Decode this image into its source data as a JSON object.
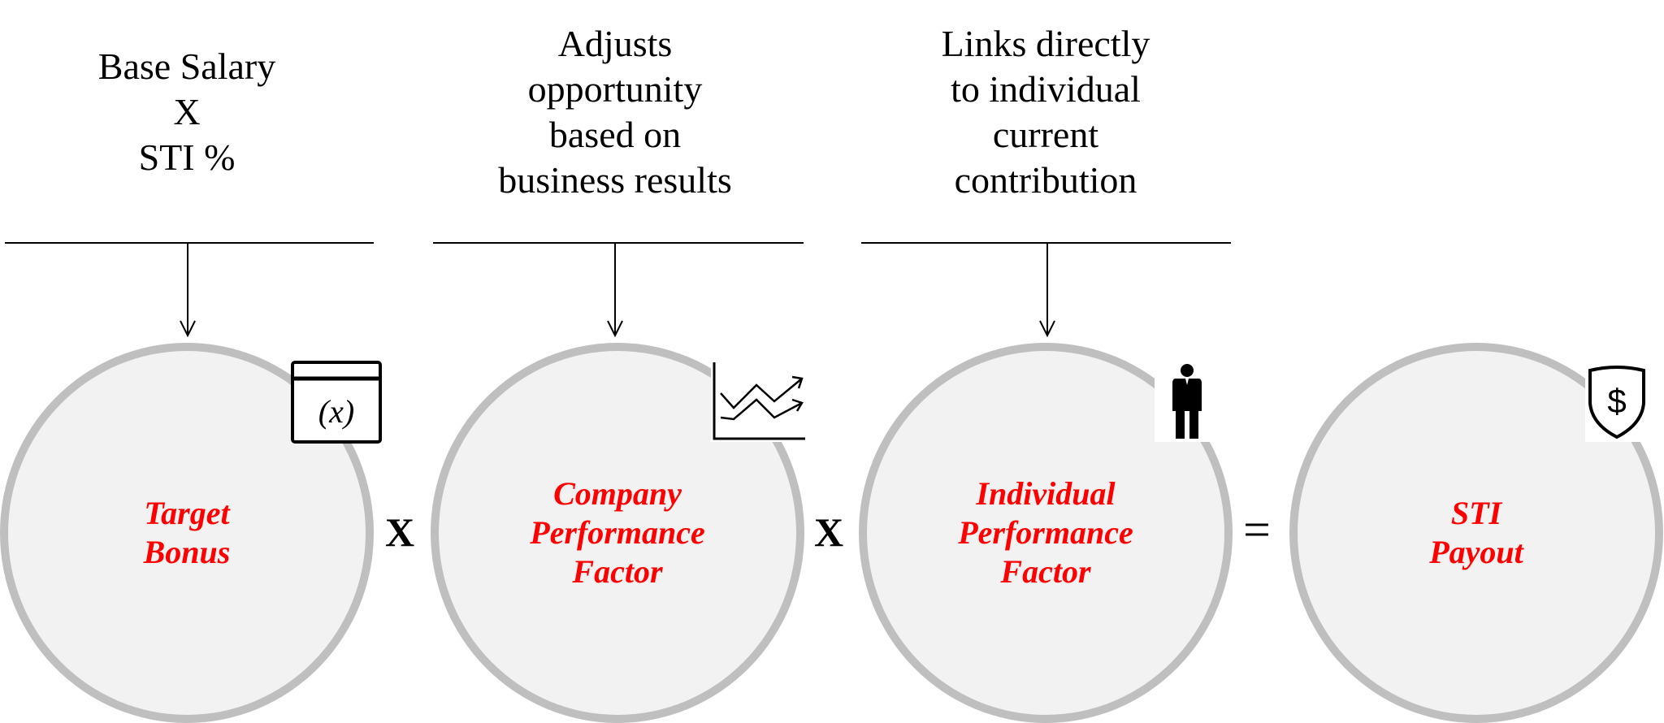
{
  "descriptions": [
    "Base Salary\nX\nSTI %",
    "Adjusts\nopportunity\nbased on\nbusiness results",
    "Links directly\nto individual\ncurrent\ncontribution"
  ],
  "factors": [
    {
      "label": "Target\nBonus",
      "icon": "formula-icon"
    },
    {
      "label": "Company\nPerformance\nFactor",
      "icon": "line-chart-icon"
    },
    {
      "label": "Individual\nPerformance\nFactor",
      "icon": "person-icon"
    },
    {
      "label": "STI\nPayout",
      "icon": "shield-dollar-icon"
    }
  ],
  "operators": [
    "X",
    "X",
    "="
  ],
  "colors": {
    "label": "#ff0000",
    "circle_fill": "#f2f2f2",
    "circle_border": "#bfbfbf"
  }
}
